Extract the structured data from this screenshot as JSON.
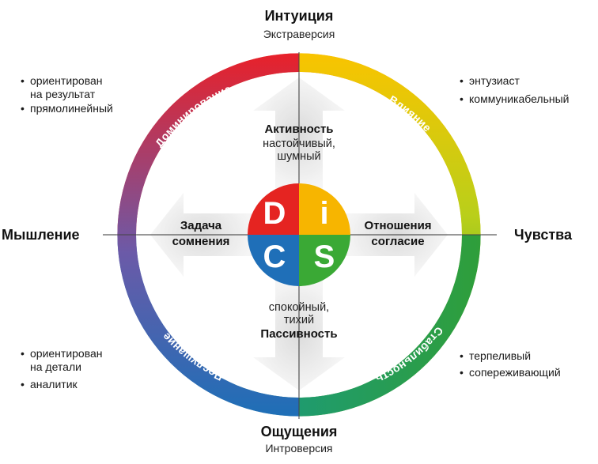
{
  "axes": {
    "top": {
      "title": "Интуиция",
      "subtitle": "Экстраверсия"
    },
    "bottom": {
      "title": "Ощущения",
      "subtitle": "Интроверсия"
    },
    "left": {
      "title": "Мышление"
    },
    "right": {
      "title": "Чувства"
    }
  },
  "quadrants": {
    "d": {
      "letter": "D",
      "ring_label": "Доминирование",
      "color": "#e52421",
      "traits": [
        "ориентирован",
        "на результат",
        "прямолинейный"
      ]
    },
    "i": {
      "letter": "i",
      "ring_label": "Влияние",
      "color": "#f7b500",
      "traits": [
        "энтузиаст",
        "коммуникабельный"
      ]
    },
    "s": {
      "letter": "S",
      "ring_label": "Стабильность",
      "color": "#3aa935",
      "traits": [
        "терпеливый",
        "сопереживающий"
      ]
    },
    "c": {
      "letter": "C",
      "ring_label": "Послушание",
      "color": "#1f6fb8",
      "traits": [
        "ориентирован",
        "на детали",
        "аналитик"
      ]
    }
  },
  "inner": {
    "top": {
      "title": "Активность",
      "lines": [
        "настойчивый,",
        "шумный"
      ]
    },
    "bottom": {
      "title": "Пассивность",
      "lines": [
        "спокойный,",
        "тихий"
      ]
    },
    "left": {
      "lines": [
        "Задача",
        "сомнения"
      ]
    },
    "right": {
      "lines": [
        "Отношения",
        "согласие"
      ]
    }
  }
}
